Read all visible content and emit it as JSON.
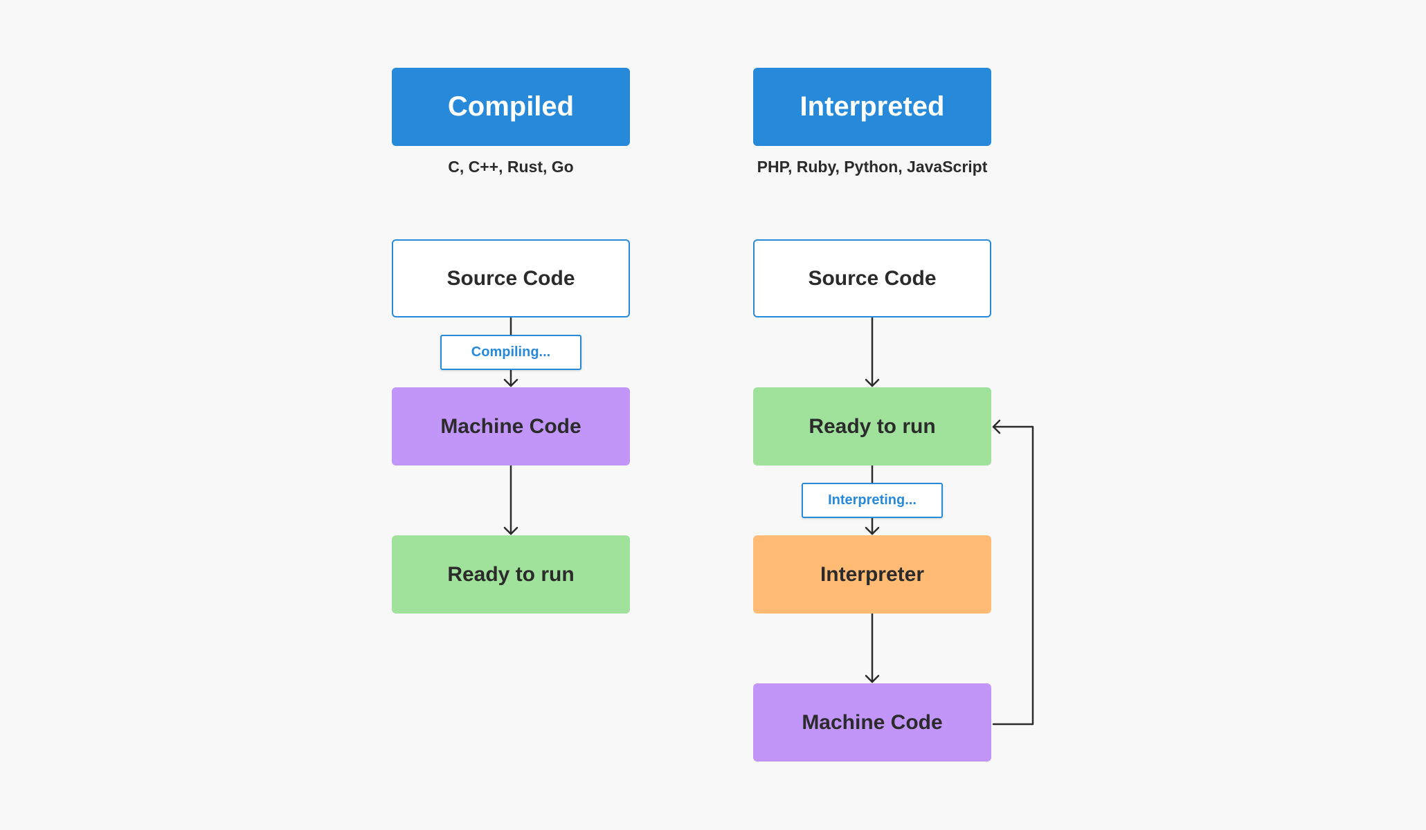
{
  "compiled": {
    "title": "Compiled",
    "languages": "C, C++, Rust, Go",
    "source": "Source Code",
    "step": "Compiling...",
    "machine": "Machine Code",
    "ready": "Ready to run"
  },
  "interpreted": {
    "title": "Interpreted",
    "languages": "PHP, Ruby, Python, JavaScript",
    "source": "Source Code",
    "ready": "Ready to run",
    "step": "Interpreting...",
    "interpreter": "Interpreter",
    "machine": "Machine Code"
  },
  "colors": {
    "header": "#2789da",
    "machine_code": "#c295f8",
    "ready_to_run": "#a0e19b",
    "interpreter": "#ffbb74",
    "background": "#f8f8f8"
  }
}
